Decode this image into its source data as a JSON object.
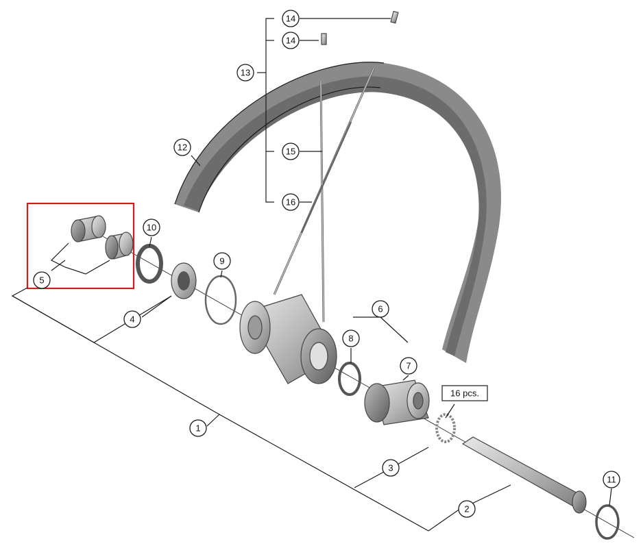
{
  "diagram": {
    "highlight_color": "#d01c1f",
    "callouts": [
      "1",
      "2",
      "3",
      "4",
      "5",
      "6",
      "7",
      "8",
      "9",
      "10",
      "11",
      "12",
      "13",
      "14",
      "14",
      "15",
      "16"
    ],
    "note": "16 pcs."
  }
}
